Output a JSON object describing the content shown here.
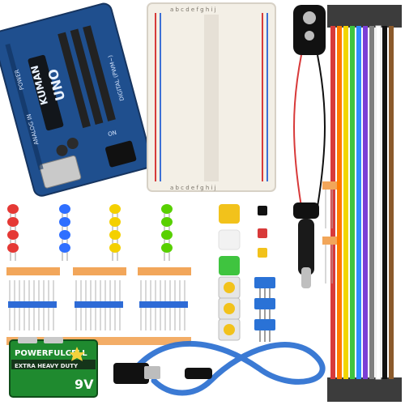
{
  "board": {
    "brand": "KUMAN",
    "model": "UNO",
    "digital_label": "DIGITAL (PWM~)",
    "analog_label": "ANALOG IN",
    "power_label": "POWER",
    "on_label": "ON"
  },
  "breadboard": {
    "columns": "a b c d e   f g h i j"
  },
  "battery": {
    "brand": "POWERFULCELL",
    "subtitle": "EXTRA HEAVY DUTY",
    "voltage": "9V"
  },
  "colors": {
    "board_blue": "#1f4f8e",
    "breadboard": "#f3efe6",
    "red_rail": "#d63a3a",
    "blue_rail": "#3b6fd6",
    "battery_green": "#1f8a2f",
    "usb_cable": "#2a6fd0",
    "button_yellow": "#f2c21b",
    "button_white": "#f2f2f2",
    "button_green": "#3fc43f"
  }
}
